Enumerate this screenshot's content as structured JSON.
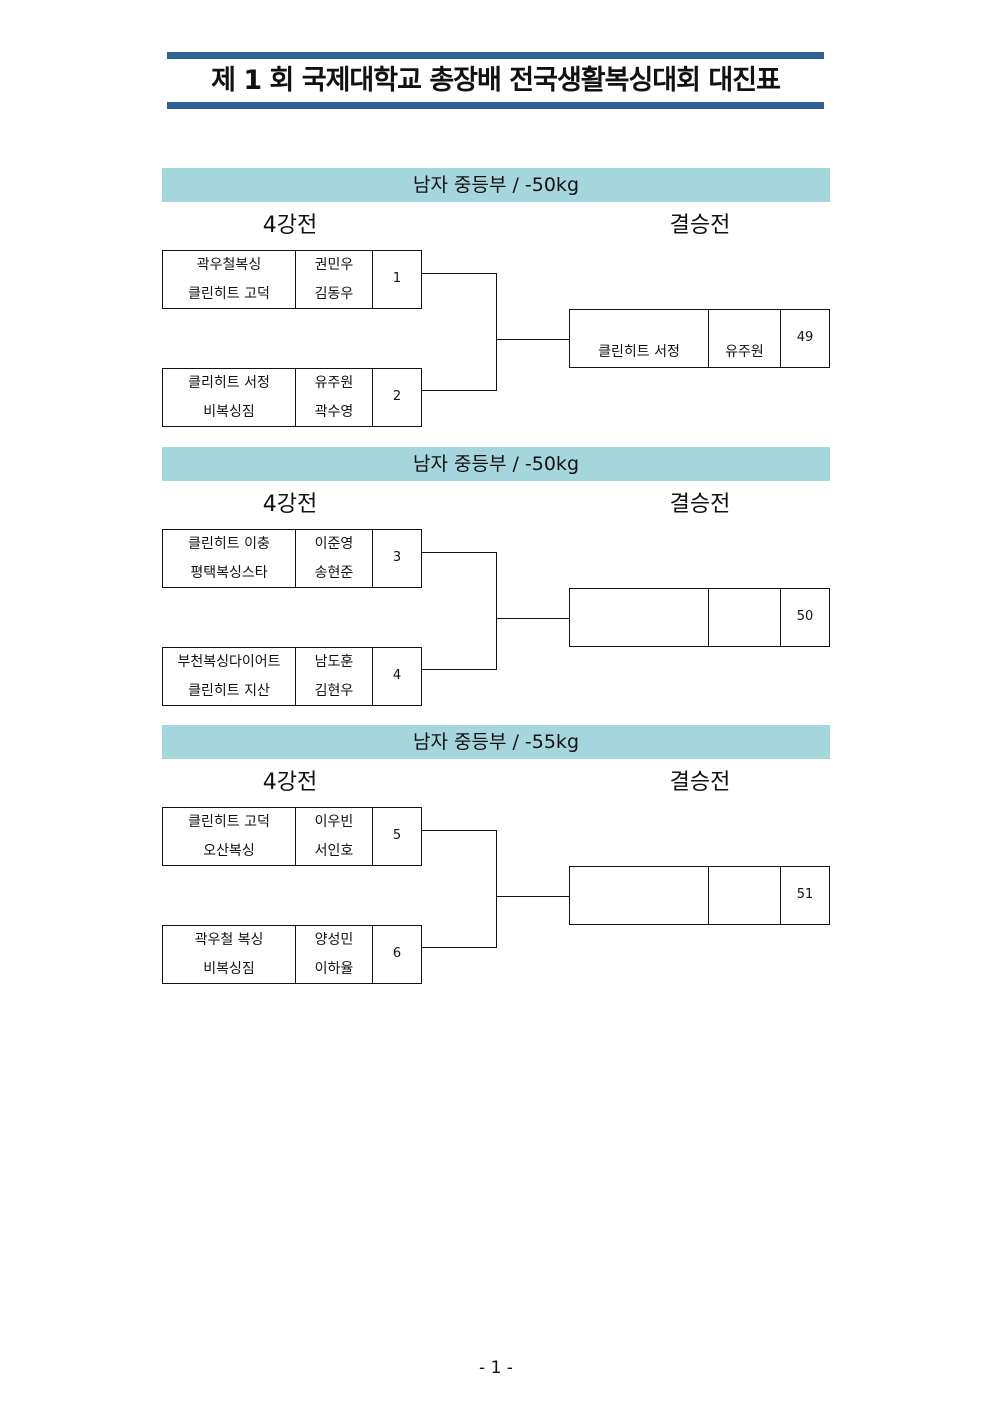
{
  "document": {
    "title": "제 1 회  국제대학교  총장배  전국생활복싱대회  대진표",
    "page_number": "- 1 -",
    "colors": {
      "title_bar": "#2F5F96",
      "section_header": "#A6D6DD"
    }
  },
  "sections": [
    {
      "header": "남자  중등부  /  -50kg",
      "semi_label": "4강전",
      "final_label": "결승전",
      "matches": [
        {
          "number": "1",
          "gym_top": "곽우철복싱",
          "gym_bottom": "클린히트  고덕",
          "name_top": "권민우",
          "name_bottom": "김동우"
        },
        {
          "number": "2",
          "gym_top": "클리히트  서정",
          "gym_bottom": "비복싱짐",
          "name_top": "유주원",
          "name_bottom": "곽수영"
        }
      ],
      "final": {
        "number": "49",
        "gym": "클린히트  서정",
        "name": "유주원"
      }
    },
    {
      "header": "남자  중등부  /  -50kg",
      "semi_label": "4강전",
      "final_label": "결승전",
      "matches": [
        {
          "number": "3",
          "gym_top": "클린히트  이충",
          "gym_bottom": "평택복싱스타",
          "name_top": "이준영",
          "name_bottom": "송현준"
        },
        {
          "number": "4",
          "gym_top": "부천복싱다이어트",
          "gym_bottom": "클린히트  지산",
          "name_top": "남도훈",
          "name_bottom": "김현우"
        }
      ],
      "final": {
        "number": "50",
        "gym": "",
        "name": ""
      }
    },
    {
      "header": "남자  중등부  /  -55kg",
      "semi_label": "4강전",
      "final_label": "결승전",
      "matches": [
        {
          "number": "5",
          "gym_top": "클린히트  고덕",
          "gym_bottom": "오산복싱",
          "name_top": "이우빈",
          "name_bottom": "서인호"
        },
        {
          "number": "6",
          "gym_top": "곽우철  복싱",
          "gym_bottom": "비복싱짐",
          "name_top": "양성민",
          "name_bottom": "이하율"
        }
      ],
      "final": {
        "number": "51",
        "gym": "",
        "name": ""
      }
    }
  ]
}
